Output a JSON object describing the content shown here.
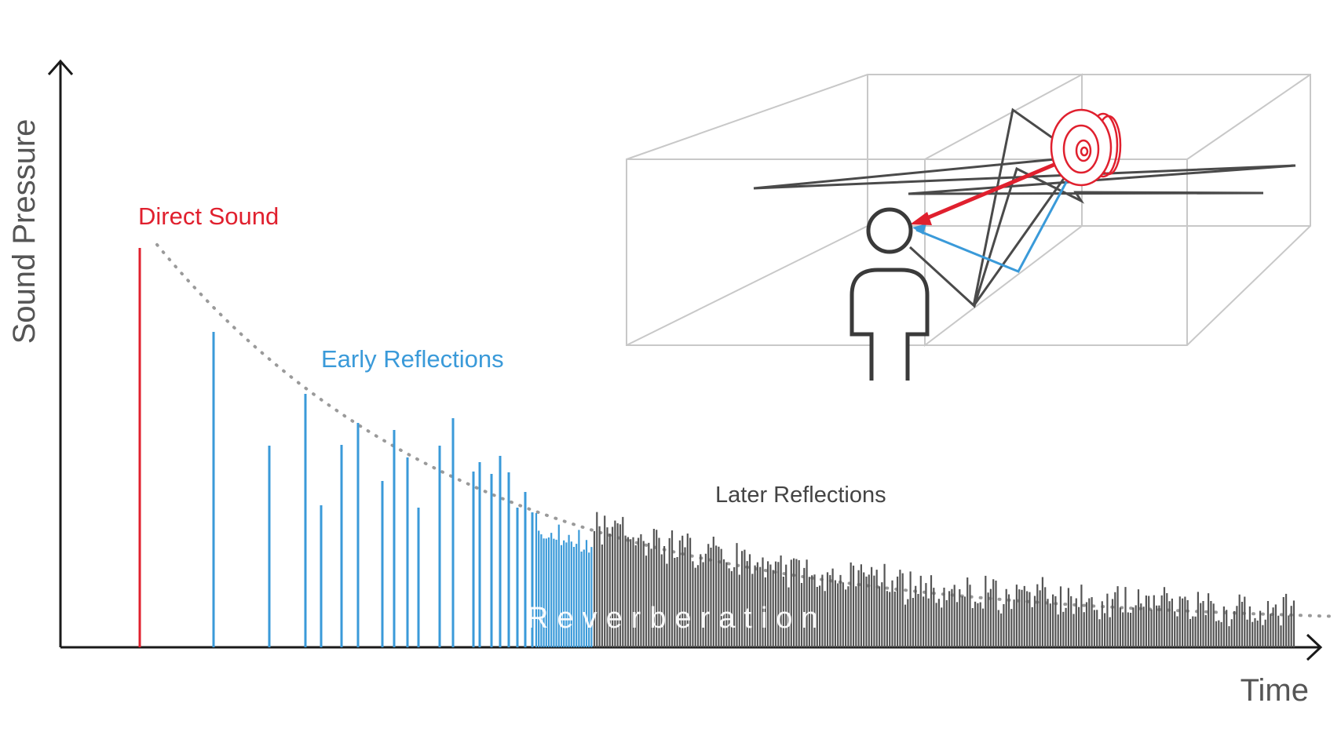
{
  "figure": {
    "y_axis_label": "Sound Pressure",
    "x_axis_label": "Time",
    "direct_label": "Direct Sound",
    "early_label": "Early Reflections",
    "later_label": "Later Reflections",
    "reverb_label": "Reverberation"
  },
  "colors": {
    "direct": "#e0202e",
    "early": "#3a9ad9",
    "later": "#555555",
    "axis": "#1a1a1a",
    "envelope": "#9a9a9a",
    "room": "#c8c8c8",
    "person": "#3a3a3a",
    "speaker": "#e0202e"
  },
  "icons": {
    "speaker": "loudspeaker-icon",
    "listener": "listener-person-icon"
  }
}
